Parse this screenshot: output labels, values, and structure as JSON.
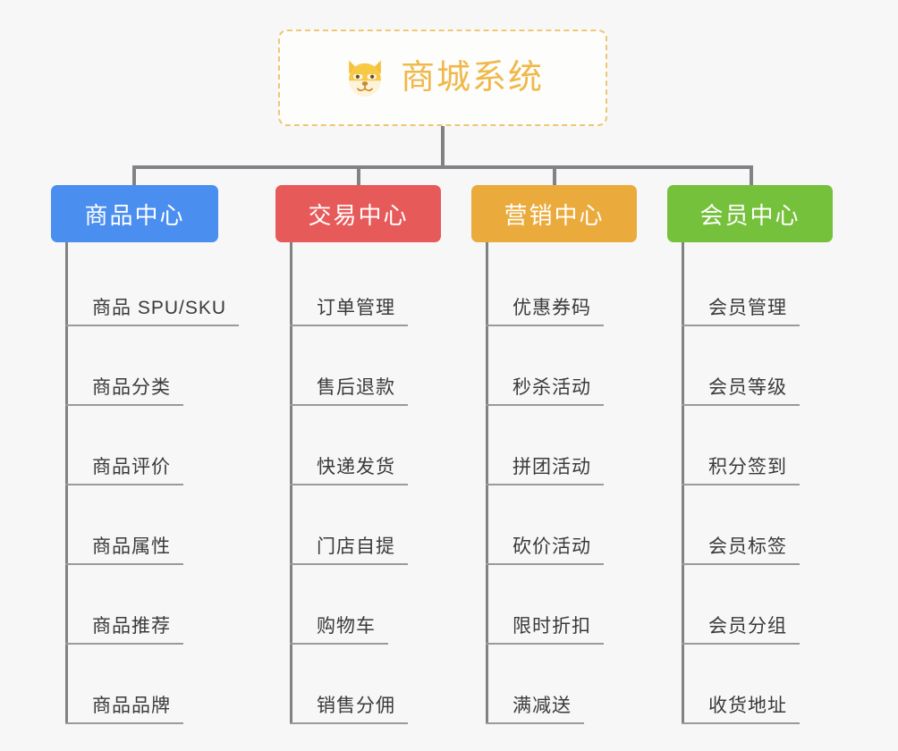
{
  "root": {
    "title": "商城系统",
    "icon": "dog-face-icon",
    "border_color": "#f0c674",
    "text_color": "#f0b849"
  },
  "canvas": {
    "background": "#f7f7f7",
    "connector_color": "#808285",
    "leaf_text_color": "#3a3a3a",
    "leaf_underline_color": "#9a9a9a"
  },
  "columns": [
    {
      "title": "商品中心",
      "color": "#4a8ef0",
      "items": [
        "商品 SPU/SKU",
        "商品分类",
        "商品评价",
        "商品属性",
        "商品推荐",
        "商品品牌"
      ]
    },
    {
      "title": "交易中心",
      "color": "#e75a5a",
      "items": [
        "订单管理",
        "售后退款",
        "快递发货",
        "门店自提",
        "购物车",
        "销售分佣"
      ]
    },
    {
      "title": "营销中心",
      "color": "#eaab3c",
      "items": [
        "优惠券码",
        "秒杀活动",
        "拼团活动",
        "砍价活动",
        "限时折扣",
        "满减送"
      ]
    },
    {
      "title": "会员中心",
      "color": "#76c13c",
      "items": [
        "会员管理",
        "会员等级",
        "积分签到",
        "会员标签",
        "会员分组",
        "收货地址"
      ]
    }
  ]
}
